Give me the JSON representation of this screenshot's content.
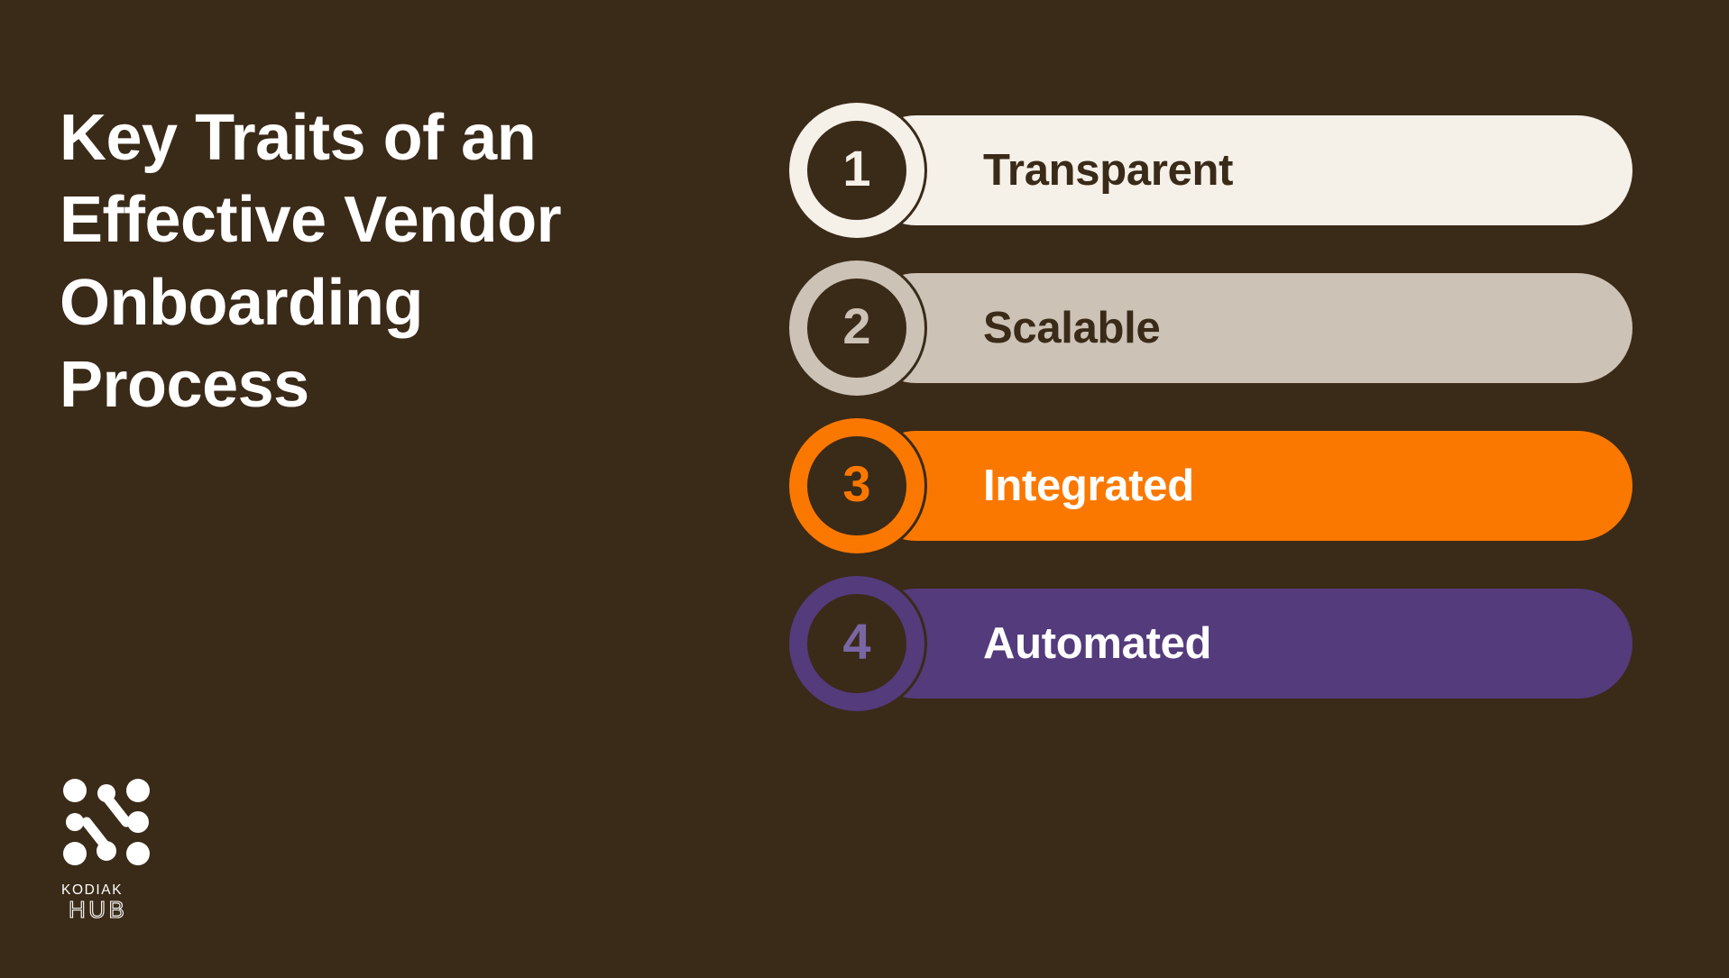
{
  "theme": {
    "background": "#3a2a18",
    "title_color": "#ffffff",
    "cream": "#f5f0e8",
    "taupe": "#ccc2b5",
    "orange": "#fb7800",
    "purple": "#533b7c",
    "brown_text": "#3a2a18",
    "white_text": "#ffffff"
  },
  "headline": {
    "text": "Key Traits of an\nEffective Vendor\nOnboarding\nProcess"
  },
  "traits": [
    {
      "number": "1",
      "label": "Transparent",
      "bar_color": "#f5f0e8",
      "ring_color": "#f5f0e8",
      "number_color": "#f5f0e8",
      "label_color": "#3a2a18"
    },
    {
      "number": "2",
      "label": "Scalable",
      "bar_color": "#ccc2b5",
      "ring_color": "#ccc2b5",
      "number_color": "#ccc2b5",
      "label_color": "#3a2a18"
    },
    {
      "number": "3",
      "label": "Integrated",
      "bar_color": "#fb7800",
      "ring_color": "#fb7800",
      "number_color": "#fb7800",
      "label_color": "#ffffff"
    },
    {
      "number": "4",
      "label": "Automated",
      "bar_color": "#533b7c",
      "ring_color": "#533b7c",
      "number_color": "#7a66a5",
      "label_color": "#ffffff"
    }
  ],
  "logo": {
    "name_line_1": "KODIAK",
    "name_line_2": "HUB",
    "mark": "kodiak-node-grid",
    "color": "#ffffff"
  }
}
